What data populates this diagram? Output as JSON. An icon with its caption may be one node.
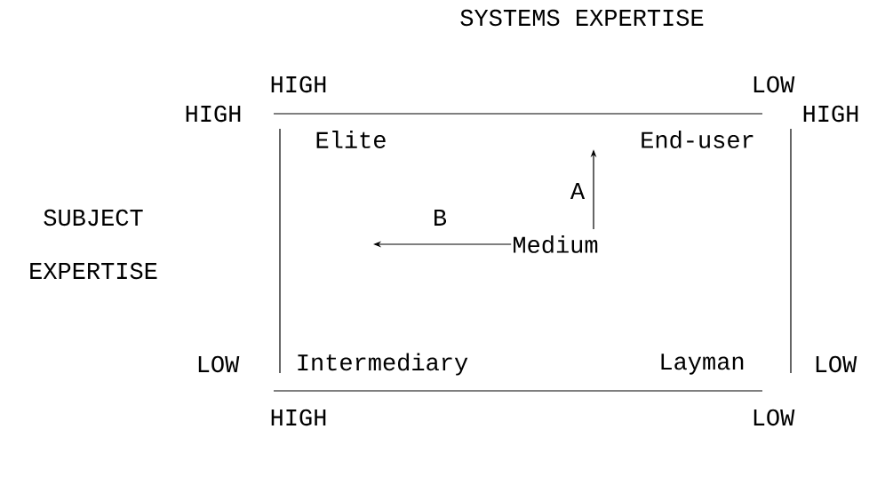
{
  "diagram": {
    "title": "SYSTEMS EXPERTISE",
    "nodes": [
      {
        "text": [
          "Elite"
        ]
      },
      {
        "text": [
          "End-user"
        ]
      },
      {
        "text": [
          "Medium"
        ]
      },
      {
        "text": [
          "Intermediary"
        ]
      },
      {
        "text": [
          "Layman"
        ]
      }
    ],
    "edges": [
      {
        "from": 2,
        "to": 1,
        "arrow": "to",
        "label": "A"
      },
      {
        "from": 2,
        "to": null,
        "arrow": "to",
        "label": "B"
      }
    ],
    "labels": [
      "HIGH",
      "LOW",
      "HIGH",
      "HIGH",
      "SUBJECT EXPERTISE",
      "LOW",
      "LOW",
      "HIGH",
      "LOW"
    ]
  }
}
